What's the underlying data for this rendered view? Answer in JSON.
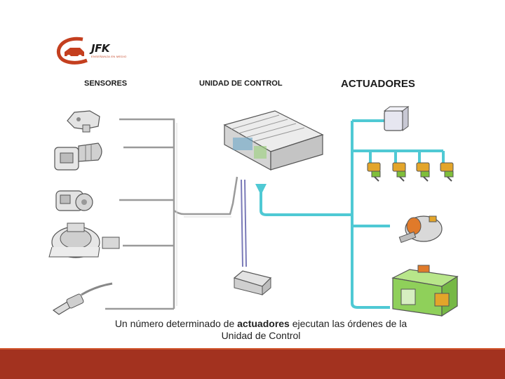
{
  "logo": {
    "brand": "JFK",
    "tagline": "ENSEÑANZA EN MEDIO",
    "accent_color": "#c43f1f"
  },
  "headers": {
    "sensors": "SENSORES",
    "control_unit": "UNIDAD DE CONTROL",
    "actuators": "ACTUADORES"
  },
  "caption": {
    "part1": "Un número determinado de ",
    "bold": "actuadores",
    "part2": " ejecutan las órdenes de la",
    "line2": "Unidad de Control"
  },
  "colors": {
    "sensor_lines": "#9a9a9a",
    "actuator_lines": "#4fc9d4",
    "footer": "#a3321f"
  },
  "icons": {
    "sensors": [
      "map-sensor-icon",
      "temperature-sensor-icon",
      "position-sensor-icon",
      "throttle-body-icon",
      "lambda-probe-icon"
    ],
    "control_unit": "ecu-icon",
    "actuators": [
      "relay-icon",
      "injector-icon",
      "idle-valve-icon",
      "fuel-pump-module-icon"
    ]
  }
}
